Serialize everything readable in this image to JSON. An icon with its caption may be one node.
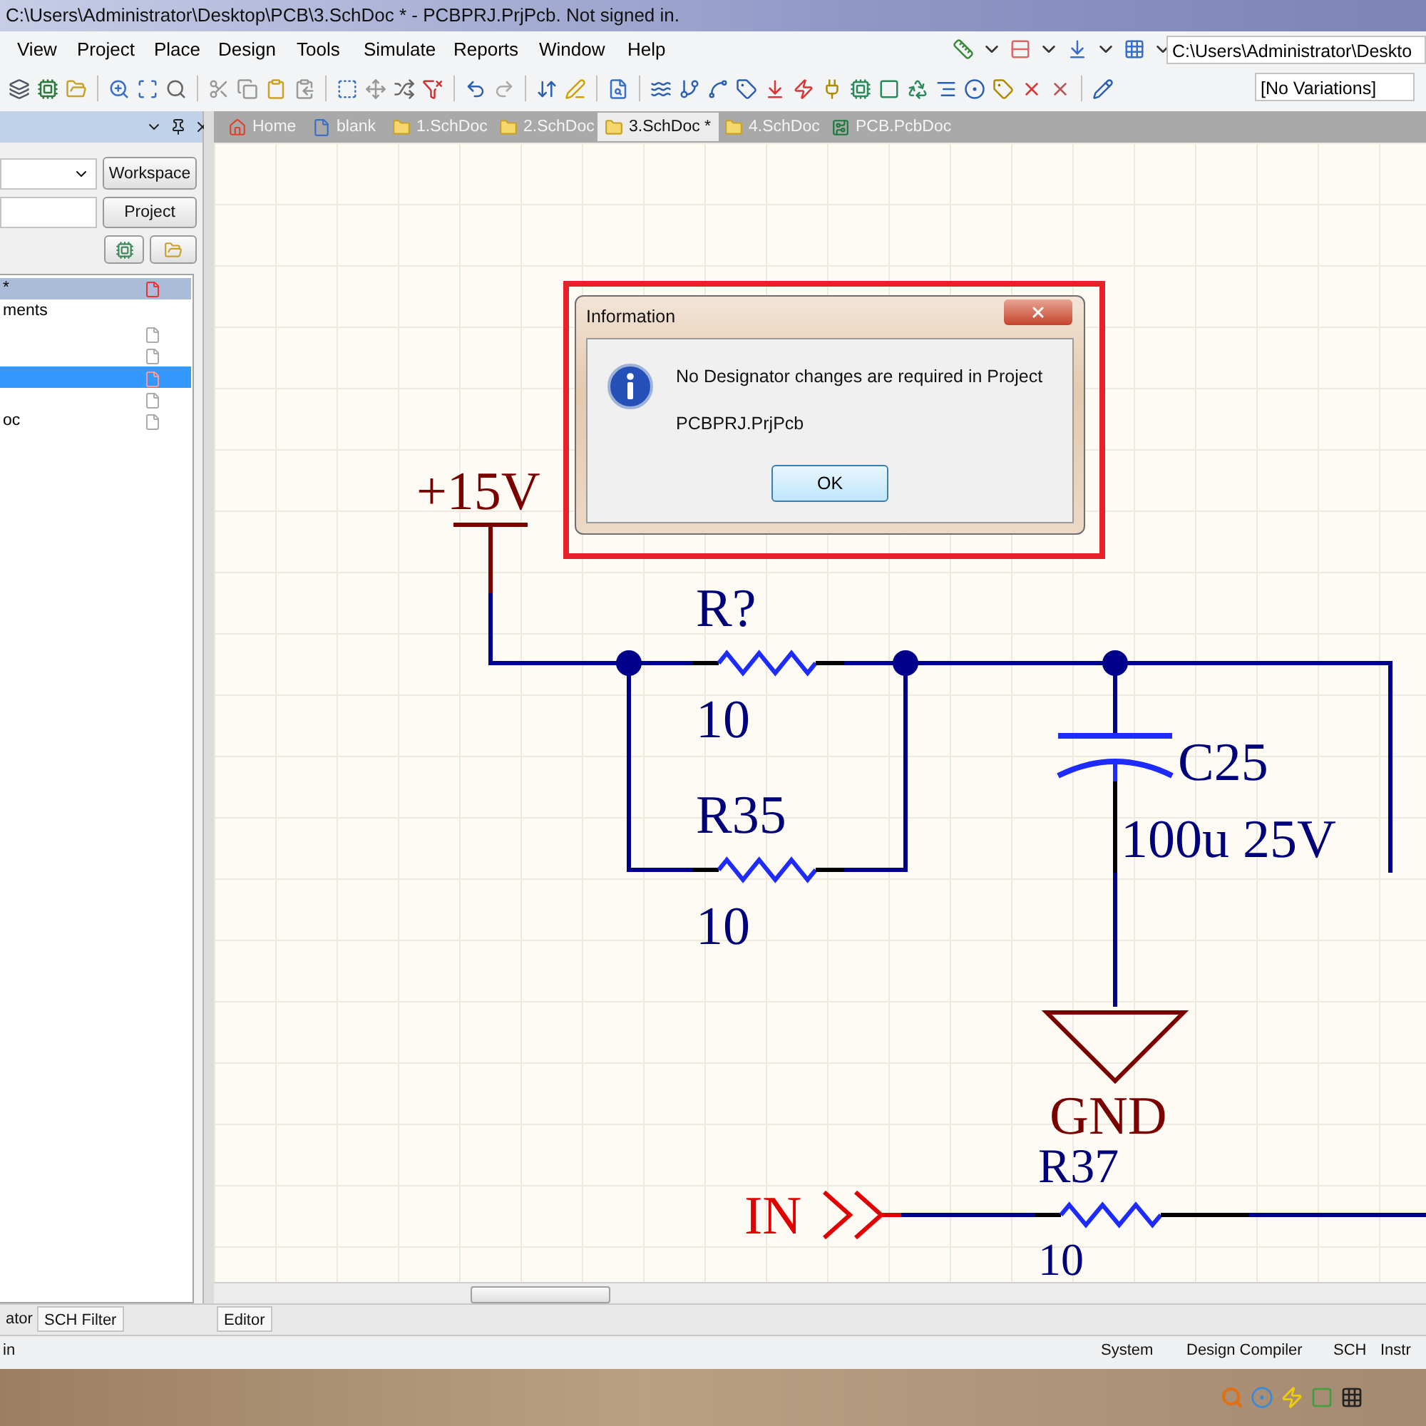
{
  "diagram": {
    "nodes": [
      {
        "text": [
          "Information",
          "No Designator changes are required in Project",
          "PCBPRJ.PrjPcb"
        ]
      },
      {
        "text": [
          "+15V"
        ]
      },
      {
        "text": [
          "R?",
          "10"
        ]
      },
      {
        "text": [
          "R35",
          "10"
        ]
      },
      {
        "text": [
          "C25",
          "100u 25V"
        ]
      },
      {
        "text": [
          "GND"
        ]
      },
      {
        "text": [
          "IN"
        ]
      },
      {
        "text": [
          "R37",
          "10"
        ]
      }
    ],
    "edges": [
      {
        "from": 1,
        "to": 2,
        "arrow": "none"
      },
      {
        "from": 1,
        "to": 3,
        "arrow": "none"
      },
      {
        "from": 2,
        "to": 4,
        "arrow": "none"
      },
      {
        "from": 3,
        "to": 4,
        "arrow": "none"
      },
      {
        "from": 4,
        "to": 5,
        "arrow": "none"
      },
      {
        "from": 6,
        "to": 7,
        "arrow": "none"
      }
    ],
    "labels": [
      "C:\\Users\\Administrator\\Desktop\\PCB\\3.SchDoc * - PCBPRJ.PrjPcb. Not signed in.",
      "View",
      "Project",
      "Place",
      "Design",
      "Tools",
      "Simulate",
      "Reports",
      "Window",
      "Help",
      "C:\\Users\\Administrator\\Deskto",
      "[No Variations]",
      "Home",
      "blank",
      "1.SchDoc",
      "2.SchDoc",
      "3.SchDoc *",
      "4.SchDoc",
      "PCB.PcbDoc",
      "Workspace",
      "Project",
      "*",
      "ments",
      "oc",
      "OK",
      "ator",
      "SCH Filter",
      "Editor",
      "in",
      "System",
      "Design Compiler",
      "SCH",
      "Instr"
    ]
  }
}
